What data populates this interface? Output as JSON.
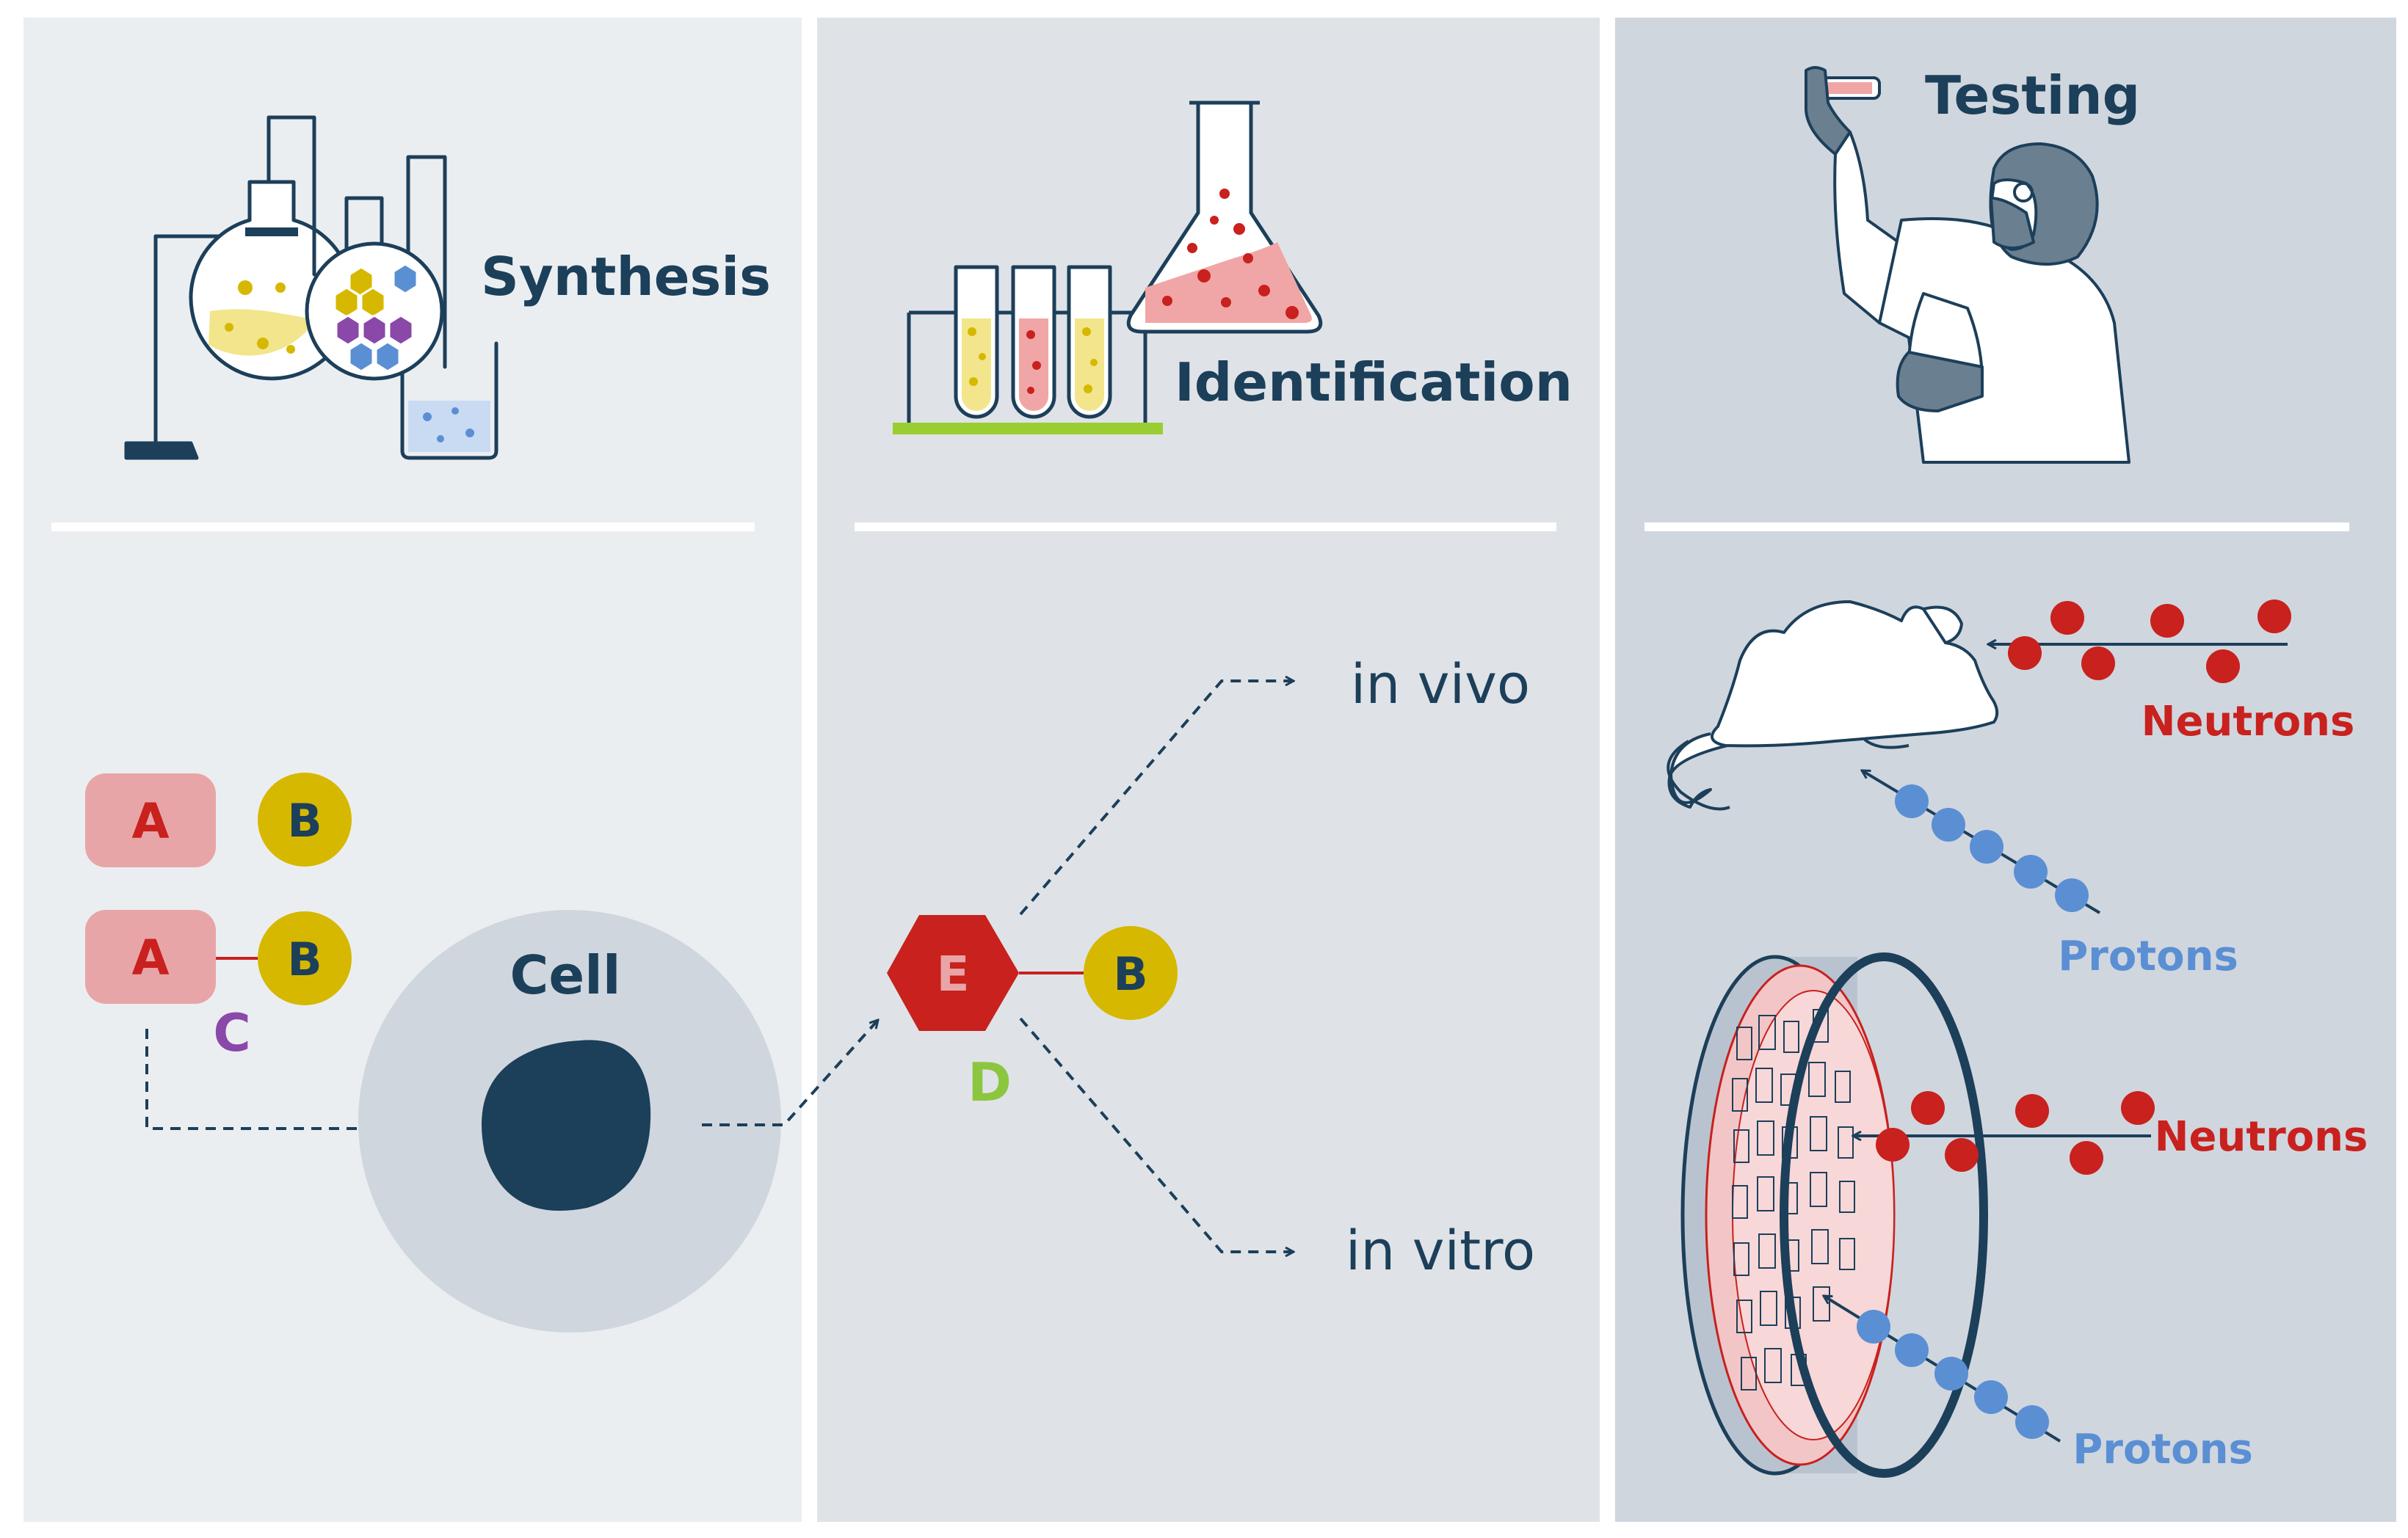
{
  "headers": {
    "synthesis": "Synthesis",
    "identification": "Identification",
    "testing": "Testing"
  },
  "nodes": {
    "a1": "A",
    "b1": "B",
    "a2": "A",
    "b2": "B",
    "c": "C",
    "cell": "Cell",
    "e": "E",
    "d": "D",
    "b3": "B"
  },
  "outcomes": {
    "in_vivo": "in vivo",
    "in_vitro": "in vitro"
  },
  "particles": {
    "neutrons_top": "Neutrons",
    "protons_top": "Protons",
    "neutrons_bottom": "Neutrons",
    "protons_bottom": "Protons"
  },
  "colors": {
    "navy": "#1c3f5a",
    "pink": "#e8a5a7",
    "red": "#c8211e",
    "yellow": "#d6b800",
    "purple": "#8a48a8",
    "green": "#8cc63f",
    "blue": "#5b8fd4",
    "cell_gray": "#d0d6de"
  },
  "icons": [
    "distillation-flask-icon",
    "test-tubes-flask-icon",
    "scientist-icon",
    "mouse-icon",
    "petri-dish-icon"
  ]
}
